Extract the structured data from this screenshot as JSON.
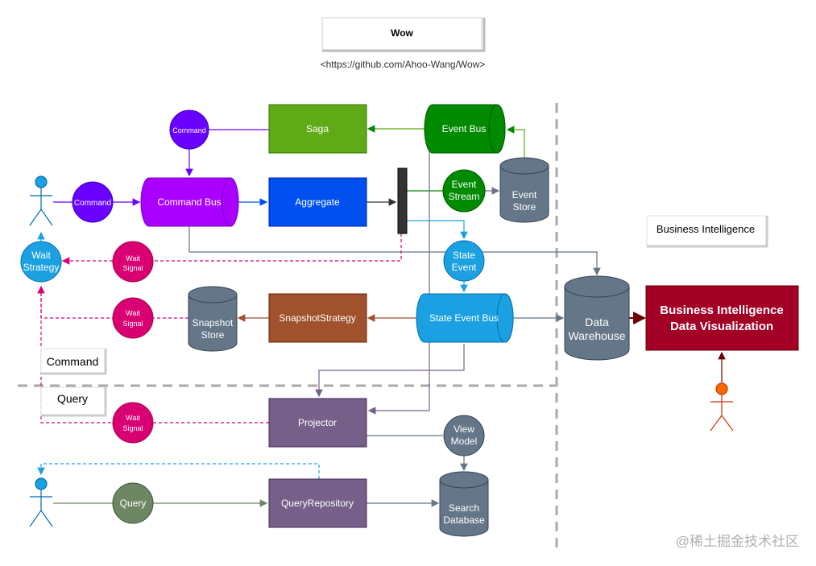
{
  "header": {
    "title": "Wow",
    "link": "<https://github.com/Ahoo-Wang/Wow>"
  },
  "nodes": {
    "saga": "Saga",
    "event_bus": "Event Bus",
    "command_circle_top": "Command",
    "command_circle_left": "Command",
    "command_bus": "Command Bus",
    "aggregate": "Aggregate",
    "event_stream": [
      "Event",
      "Stream"
    ],
    "event_store": [
      "Event",
      "Store"
    ],
    "wait_strategy": [
      "Wait",
      "Strategy"
    ],
    "wait_signal_1": [
      "Wait",
      "Signal"
    ],
    "wait_signal_2": [
      "Wait",
      "Signal"
    ],
    "wait_signal_3": [
      "Wait",
      "Signal"
    ],
    "state_event": [
      "State",
      "Event"
    ],
    "snapshot_store": [
      "Snapshot",
      "Store"
    ],
    "snapshot_strategy": "SnapshotStrategy",
    "state_event_bus": "State Event Bus",
    "data_warehouse": [
      "Data",
      "Warehouse"
    ],
    "bi_viz": [
      "Business Intelligence",
      "Data Visualization"
    ],
    "bi_label": "Business Intelligence",
    "command_label": "Command",
    "query_label": "Query",
    "projector": "Projector",
    "view_model": [
      "View",
      "Model"
    ],
    "query_circle": "Query",
    "query_repository": "QueryRepository",
    "search_database": [
      "Search",
      "Database"
    ]
  },
  "watermark": "@稀土掘金技术社区",
  "colors": {
    "saga": "#60a917",
    "event_green": "#008a00",
    "command_purple": "#6a00ff",
    "command_bus": "#aa00ff",
    "aggregate": "#0050ef",
    "grey_store": "#647687",
    "wait_blue": "#1ba1e2",
    "wait_signal": "#d80073",
    "snapshot_brown": "#a0522d",
    "projector_purple": "#76608a",
    "query_olive": "#6d8764",
    "bi_red": "#a20025",
    "actor_orange": "#fa6800"
  }
}
